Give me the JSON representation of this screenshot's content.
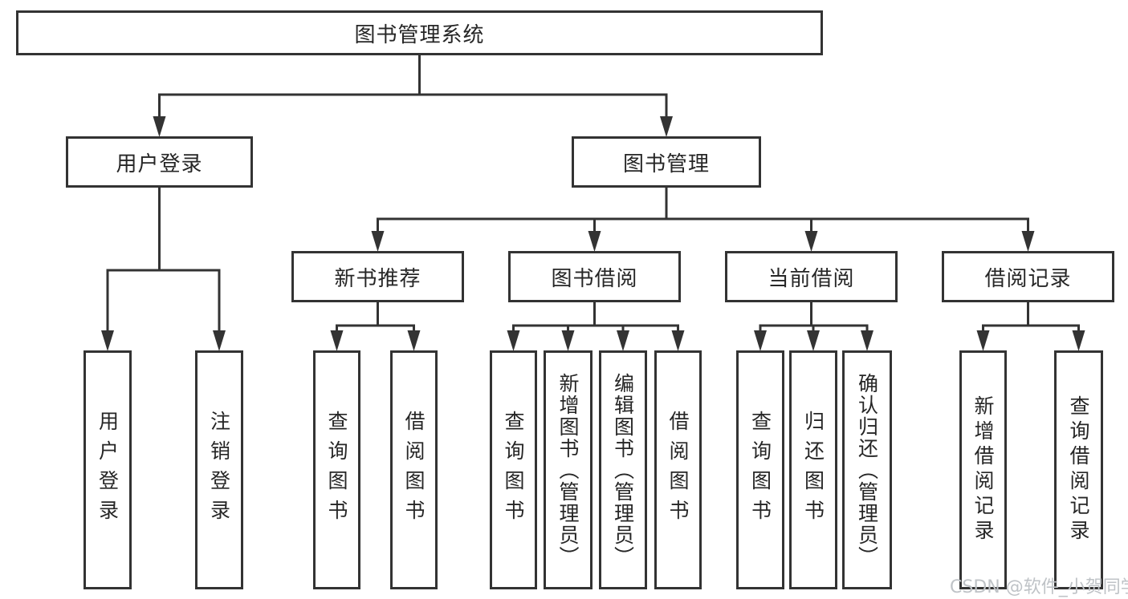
{
  "tree": {
    "label": "图书管理系统",
    "children": [
      {
        "label": "用户登录",
        "children": [
          {
            "label": "用户登录"
          },
          {
            "label": "注销登录"
          }
        ]
      },
      {
        "label": "图书管理",
        "children": [
          {
            "label": "新书推荐",
            "children": [
              {
                "label": "查询图书"
              },
              {
                "label": "借阅图书"
              }
            ]
          },
          {
            "label": "图书借阅",
            "children": [
              {
                "label": "查询图书"
              },
              {
                "label": "新增图书（管理员）"
              },
              {
                "label": "编辑图书（管理员）"
              },
              {
                "label": "借阅图书"
              }
            ]
          },
          {
            "label": "当前借阅",
            "children": [
              {
                "label": "查询图书"
              },
              {
                "label": "归还图书"
              },
              {
                "label": "确认归还（管理员）"
              }
            ]
          },
          {
            "label": "借阅记录",
            "children": [
              {
                "label": "新增借阅记录"
              },
              {
                "label": "查询借阅记录"
              }
            ]
          }
        ]
      }
    ]
  },
  "watermark": {
    "text": "CSDN @软件_小贺同学"
  },
  "colors": {
    "border": "#333333",
    "text": "#262626",
    "background": "#ffffff",
    "watermark": "#bfc3c7"
  }
}
